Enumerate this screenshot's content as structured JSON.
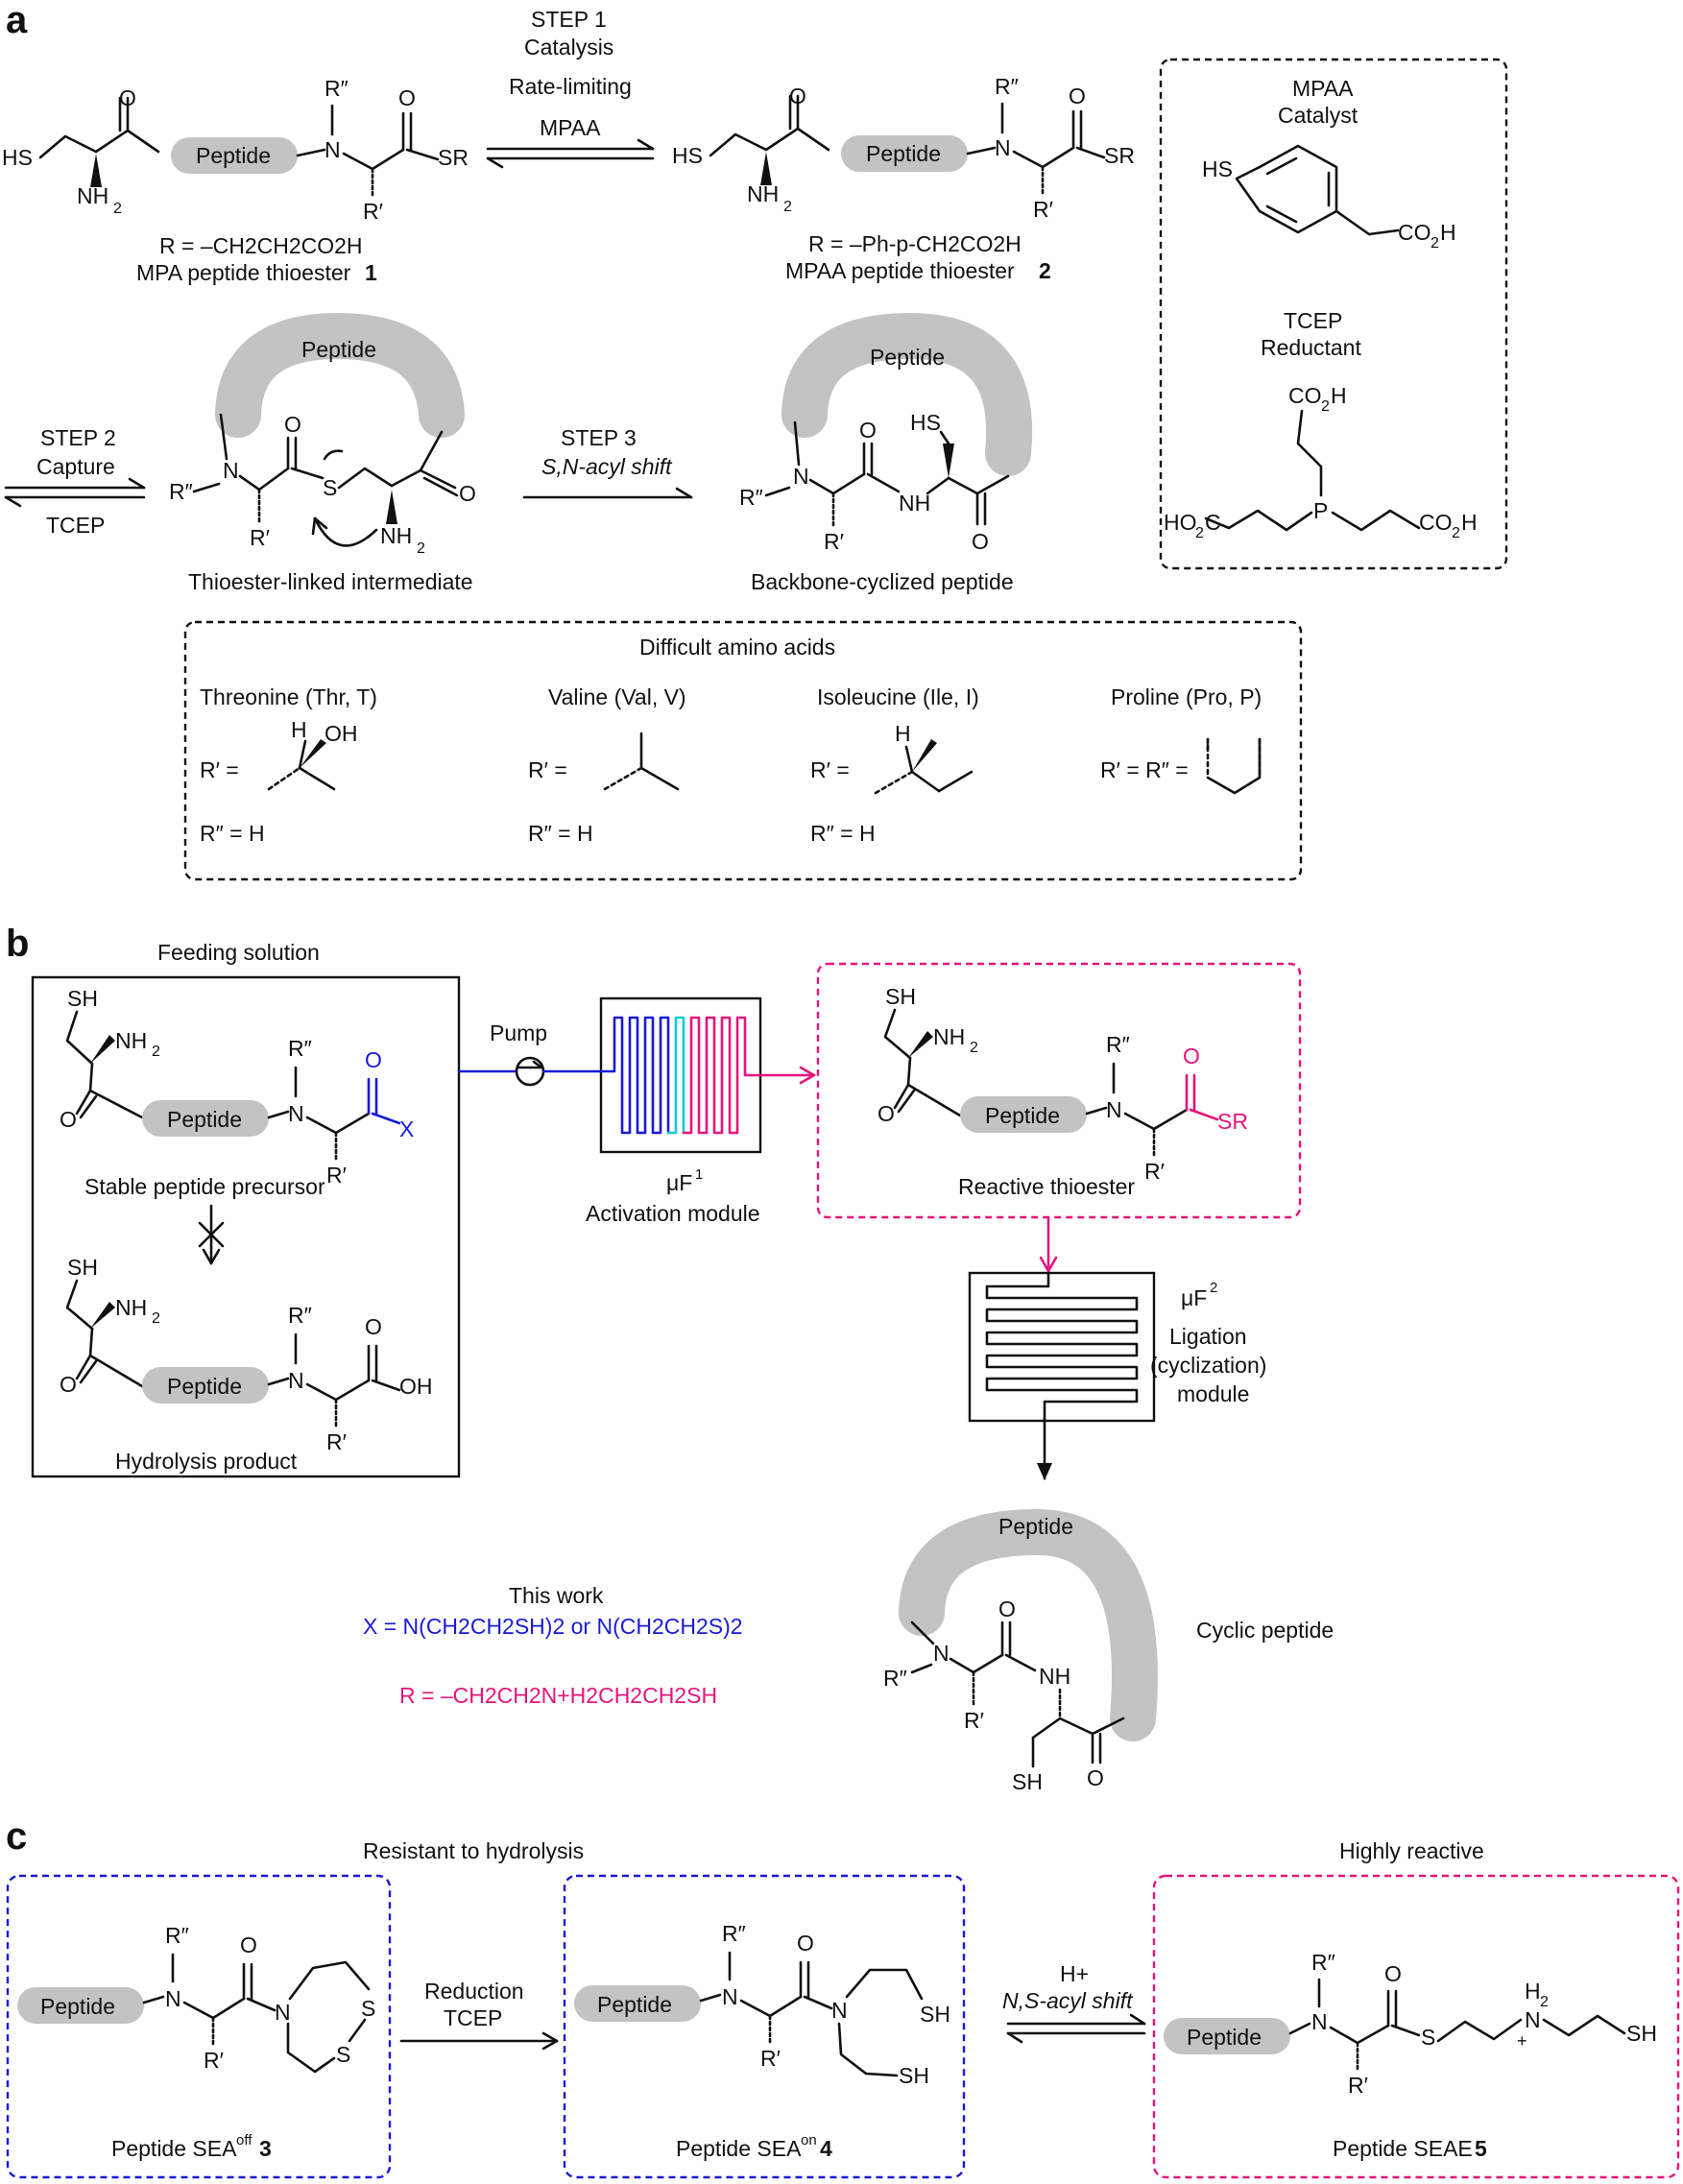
{
  "panels": {
    "a": "a",
    "b": "b",
    "c": "c"
  },
  "a": {
    "step1": [
      "STEP 1",
      "Catalysis",
      "Rate-limiting",
      "MPAA"
    ],
    "step2": [
      "STEP 2",
      "Capture",
      "TCEP"
    ],
    "step3": [
      "STEP 3",
      "S,N-acyl shift"
    ],
    "cmpd1": {
      "r_line": "R = –CH2CH2CO2H",
      "name": "MPA peptide thioester",
      "num": "1"
    },
    "cmpd2": {
      "r_line": "R = –Ph-p-CH2CO2H",
      "name": "MPAA peptide thioester",
      "num": "2"
    },
    "intermediate": "Thioester-linked intermediate",
    "cyclized": "Backbone-cyclized peptide",
    "catalyst_box": {
      "title1": "MPAA",
      "title2": "Catalyst",
      "title3": "TCEP",
      "title4": "Reductant"
    },
    "difficult": {
      "title": "Difficult amino acids",
      "items": [
        {
          "name": "Threonine (Thr, T)",
          "r1": "R′ =",
          "r2": "R″ = H"
        },
        {
          "name": "Valine (Val, V)",
          "r1": "R′ =",
          "r2": "R″ = H"
        },
        {
          "name": "Isoleucine (Ile, I)",
          "r1": "R′ =",
          "r2": "R″ = H"
        },
        {
          "name": "Proline (Pro, P)",
          "r1": "R′ = R″ =",
          "r2": ""
        }
      ]
    }
  },
  "b": {
    "feeding": "Feeding solution",
    "stable": "Stable peptide precursor",
    "hydrolysis": "Hydrolysis product",
    "pump": "Pump",
    "muF1": "μF",
    "muF1_sup": "1",
    "activation": "Activation module",
    "reactive": "Reactive thioester",
    "muF2": "μF",
    "muF2_sup": "2",
    "ligation": [
      "Ligation",
      "(cyclization)",
      "module"
    ],
    "cyclic": "Cyclic peptide",
    "this_work": "This work",
    "x_line": "X = N(CH2CH2SH)2 or N(CH2CH2S)2",
    "r_line": "R = –CH2CH2N+H2CH2CH2SH"
  },
  "c": {
    "resistant": "Resistant to hydrolysis",
    "reactive": "Highly reactive",
    "reduction": [
      "Reduction",
      "TCEP"
    ],
    "shift": [
      "H+",
      "N,S-acyl shift"
    ],
    "sea_off": {
      "name": "Peptide SEA",
      "sup": "off",
      "num": "3"
    },
    "sea_on": {
      "name": "Peptide SEA",
      "sup": "on",
      "num": "4"
    },
    "seae": {
      "name": "Peptide SEAE",
      "num": "5"
    }
  },
  "common": {
    "peptide": "Peptide"
  },
  "colors": {
    "blue": "#1a1ad6",
    "pink": "#e6157a",
    "cyan": "#19c8d8",
    "grey": "#c3c3c3"
  }
}
